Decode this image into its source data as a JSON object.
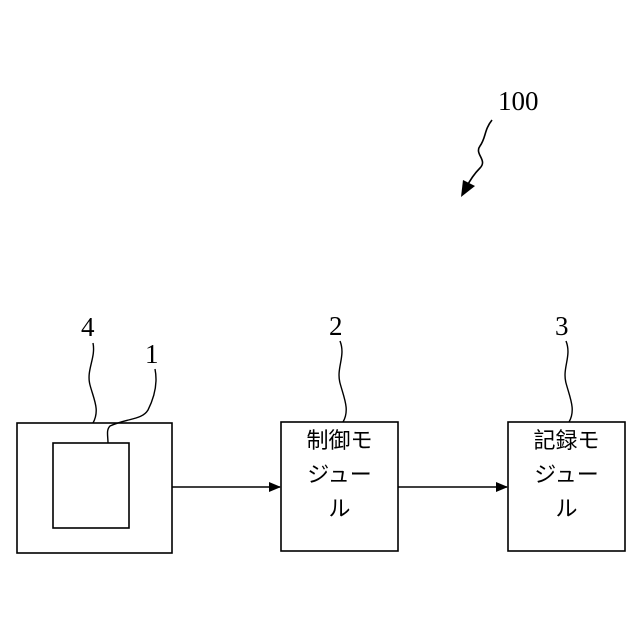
{
  "figure": {
    "system_ref": "100",
    "blocks": [
      {
        "id": "outer-block",
        "ref": "4"
      },
      {
        "id": "inner-block",
        "ref": "1"
      },
      {
        "id": "control-module",
        "ref": "2",
        "label": "制御モ\nジュー\nル"
      },
      {
        "id": "recording-module",
        "ref": "3",
        "label": "記録モ\nジュー\nル"
      }
    ]
  },
  "colors": {
    "stroke": "#000000",
    "background": "#ffffff"
  }
}
